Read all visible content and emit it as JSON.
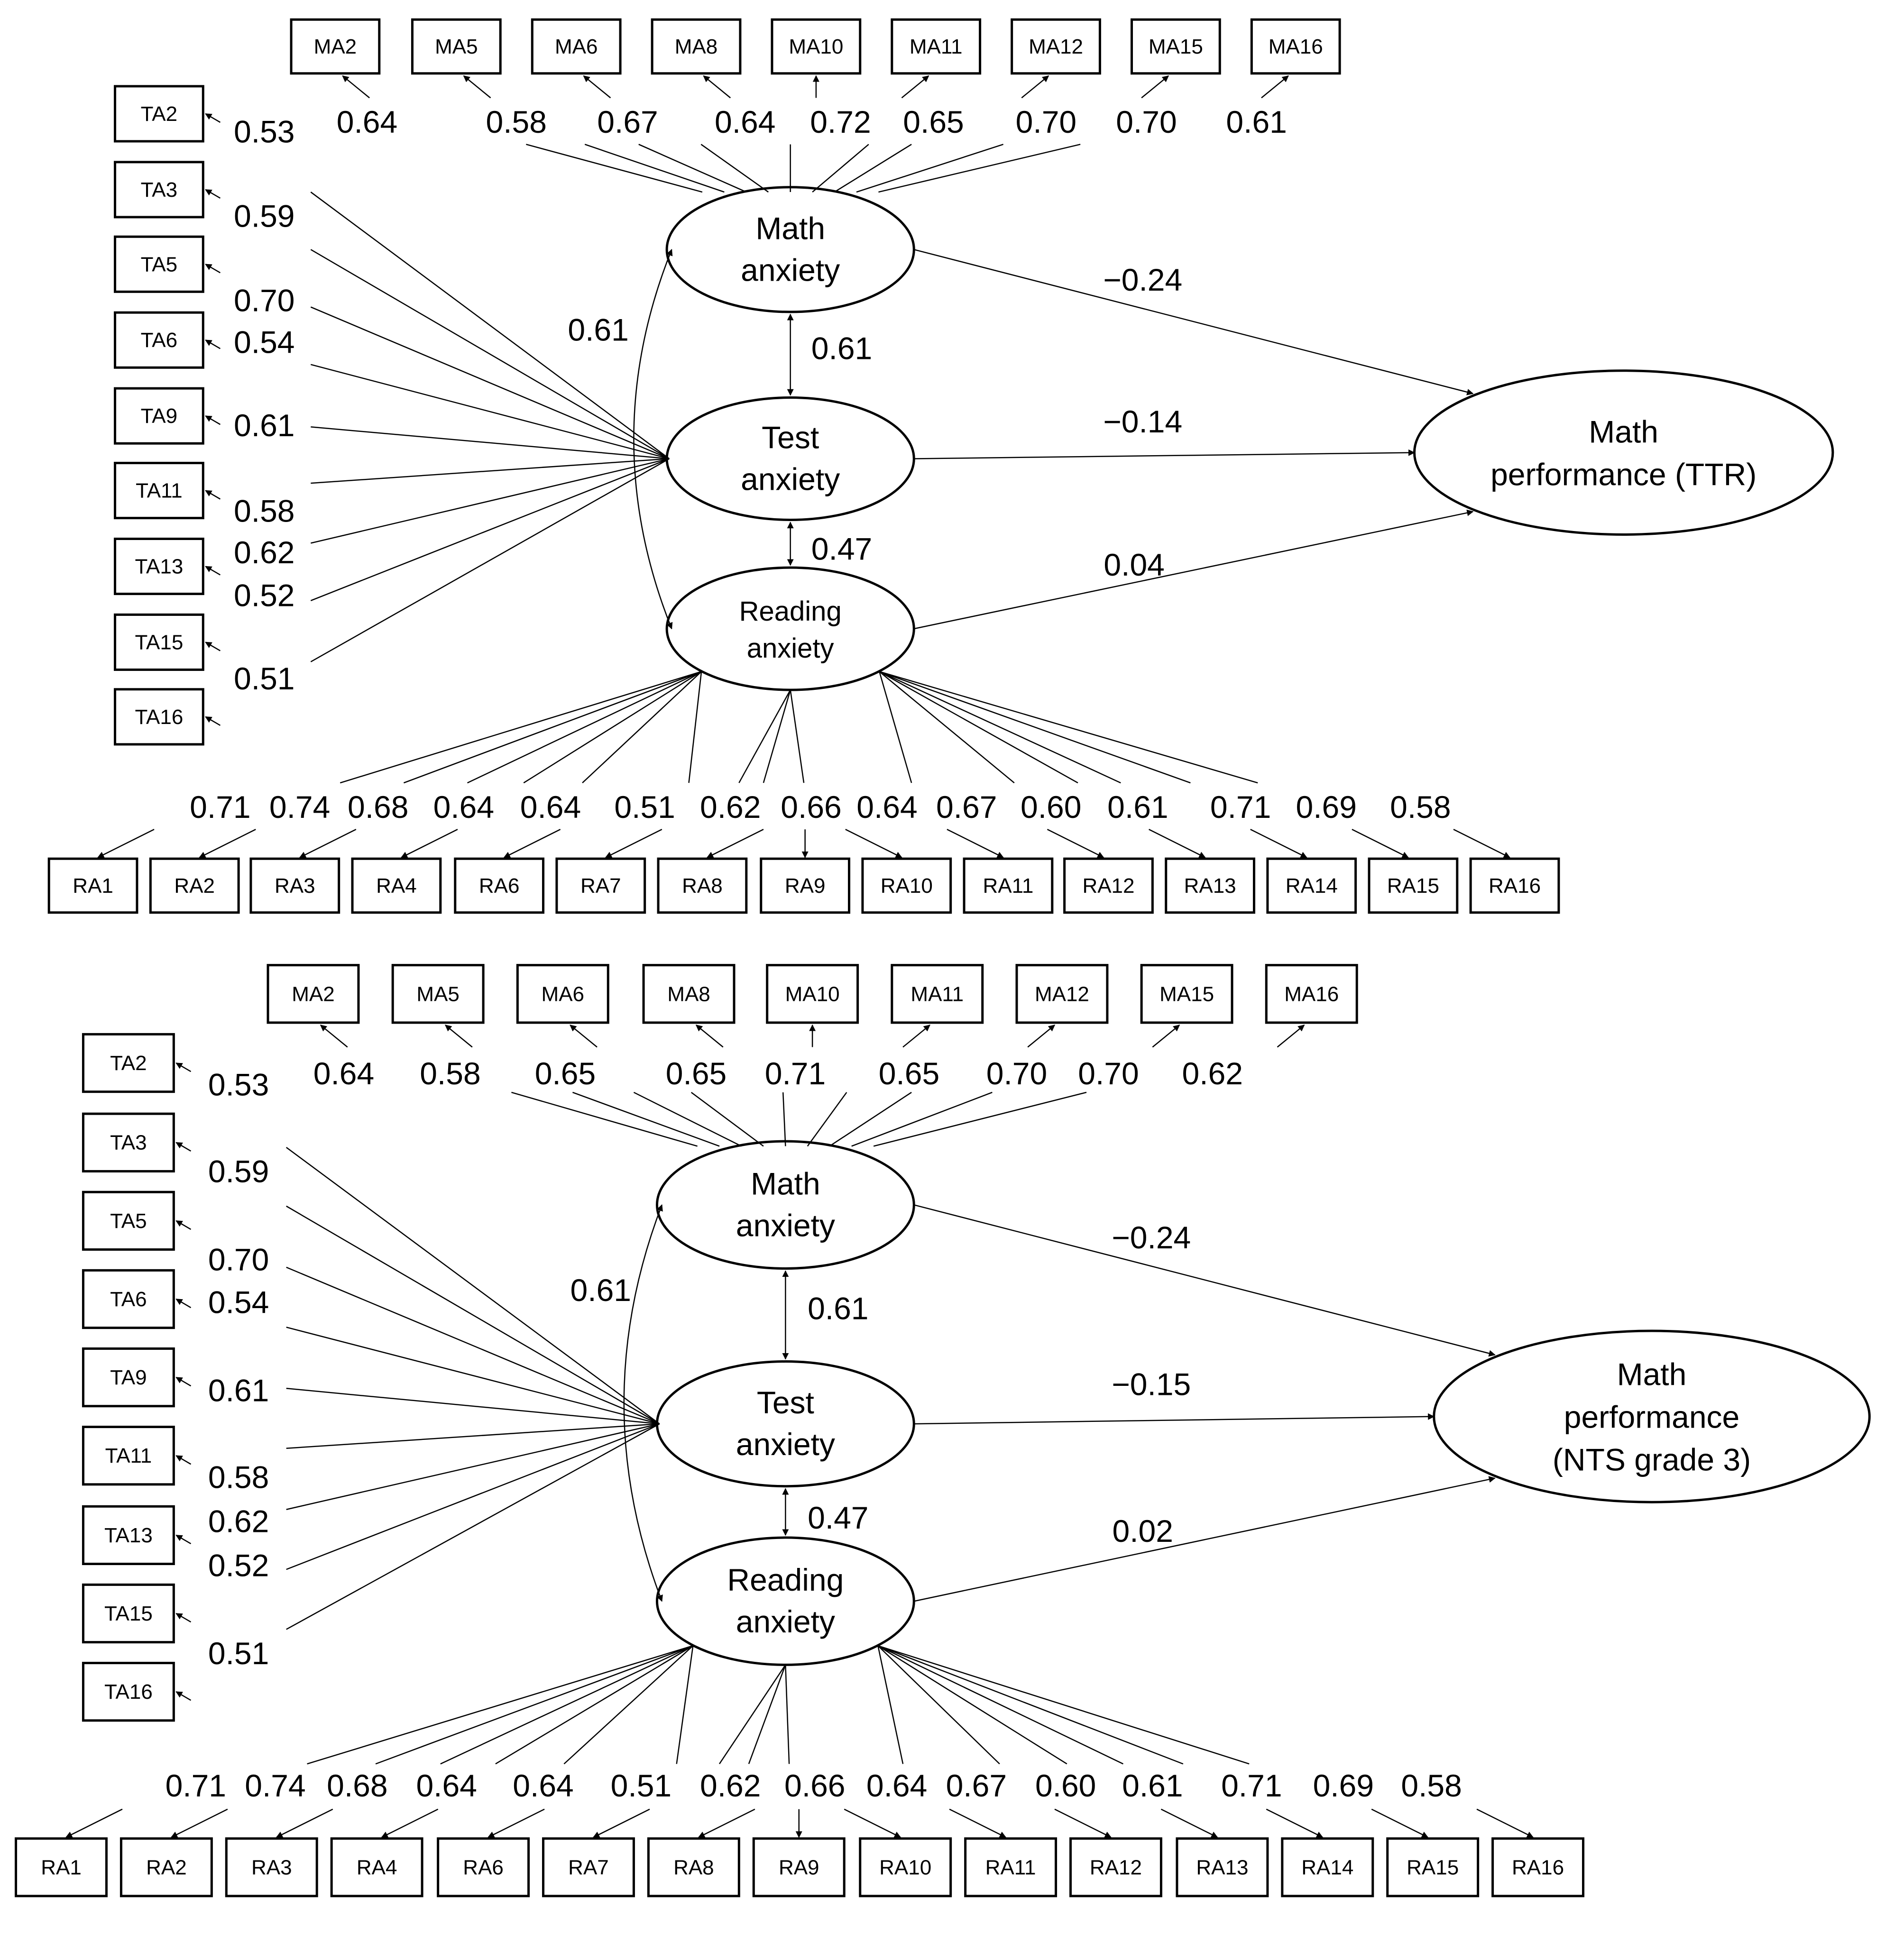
{
  "colors": {
    "line": "#000000",
    "background": "#ffffff"
  },
  "models": [
    {
      "math_indicators": [
        "MA2",
        "MA5",
        "MA6",
        "MA8",
        "MA10",
        "MA11",
        "MA12",
        "MA15",
        "MA16"
      ],
      "math_loadings": [
        "0.64",
        "0.58",
        "0.67",
        "0.64",
        "0.72",
        "0.65",
        "0.70",
        "0.70",
        "0.61"
      ],
      "test_indicators": [
        "TA2",
        "TA3",
        "TA5",
        "TA6",
        "TA9",
        "TA11",
        "TA13",
        "TA15",
        "TA16"
      ],
      "test_loadings": [
        "0.53",
        "0.59",
        "0.70",
        "0.54",
        "0.61",
        "0.58",
        "0.62",
        "0.52",
        "0.51"
      ],
      "reading_indicators": [
        "RA1",
        "RA2",
        "RA3",
        "RA4",
        "RA6",
        "RA7",
        "RA8",
        "RA9",
        "RA10",
        "RA11",
        "RA12",
        "RA13",
        "RA14",
        "RA15",
        "RA16"
      ],
      "reading_loadings": [
        "0.71",
        "0.74",
        "0.68",
        "0.64",
        "0.64",
        "0.51",
        "0.62",
        "0.66",
        "0.64",
        "0.67",
        "0.60",
        "0.61",
        "0.71",
        "0.69",
        "0.58"
      ],
      "latents": {
        "math": [
          "Math",
          "anxiety"
        ],
        "test": [
          "Test",
          "anxiety"
        ],
        "reading": [
          "Reading",
          "anxiety"
        ],
        "outcome": [
          "Math",
          "performance (TTR)"
        ]
      },
      "correlations": {
        "math_test": "0.61",
        "test_reading": "0.47",
        "math_reading": "0.61"
      },
      "paths": {
        "math": "−0.24",
        "test": "−0.14",
        "reading": "0.04"
      }
    },
    {
      "math_indicators": [
        "MA2",
        "MA5",
        "MA6",
        "MA8",
        "MA10",
        "MA11",
        "MA12",
        "MA15",
        "MA16"
      ],
      "math_loadings": [
        "0.64",
        "0.58",
        "0.65",
        "0.65",
        "0.71",
        "0.65",
        "0.70",
        "0.70",
        "0.62"
      ],
      "test_indicators": [
        "TA2",
        "TA3",
        "TA5",
        "TA6",
        "TA9",
        "TA11",
        "TA13",
        "TA15",
        "TA16"
      ],
      "test_loadings": [
        "0.53",
        "0.59",
        "0.70",
        "0.54",
        "0.61",
        "0.58",
        "0.62",
        "0.52",
        "0.51"
      ],
      "reading_indicators": [
        "RA1",
        "RA2",
        "RA3",
        "RA4",
        "RA6",
        "RA7",
        "RA8",
        "RA9",
        "RA10",
        "RA11",
        "RA12",
        "RA13",
        "RA14",
        "RA15",
        "RA16"
      ],
      "reading_loadings": [
        "0.71",
        "0.74",
        "0.68",
        "0.64",
        "0.64",
        "0.51",
        "0.62",
        "0.66",
        "0.64",
        "0.67",
        "0.60",
        "0.61",
        "0.71",
        "0.69",
        "0.58"
      ],
      "latents": {
        "math": [
          "Math",
          "anxiety"
        ],
        "test": [
          "Test",
          "anxiety"
        ],
        "reading": [
          "Reading",
          "anxiety"
        ],
        "outcome": [
          "Math",
          "performance",
          "(NTS grade 3)"
        ]
      },
      "correlations": {
        "math_test": "0.61",
        "test_reading": "0.47",
        "math_reading": "0.61"
      },
      "paths": {
        "math": "−0.24",
        "test": "−0.15",
        "reading": "0.02"
      }
    }
  ]
}
